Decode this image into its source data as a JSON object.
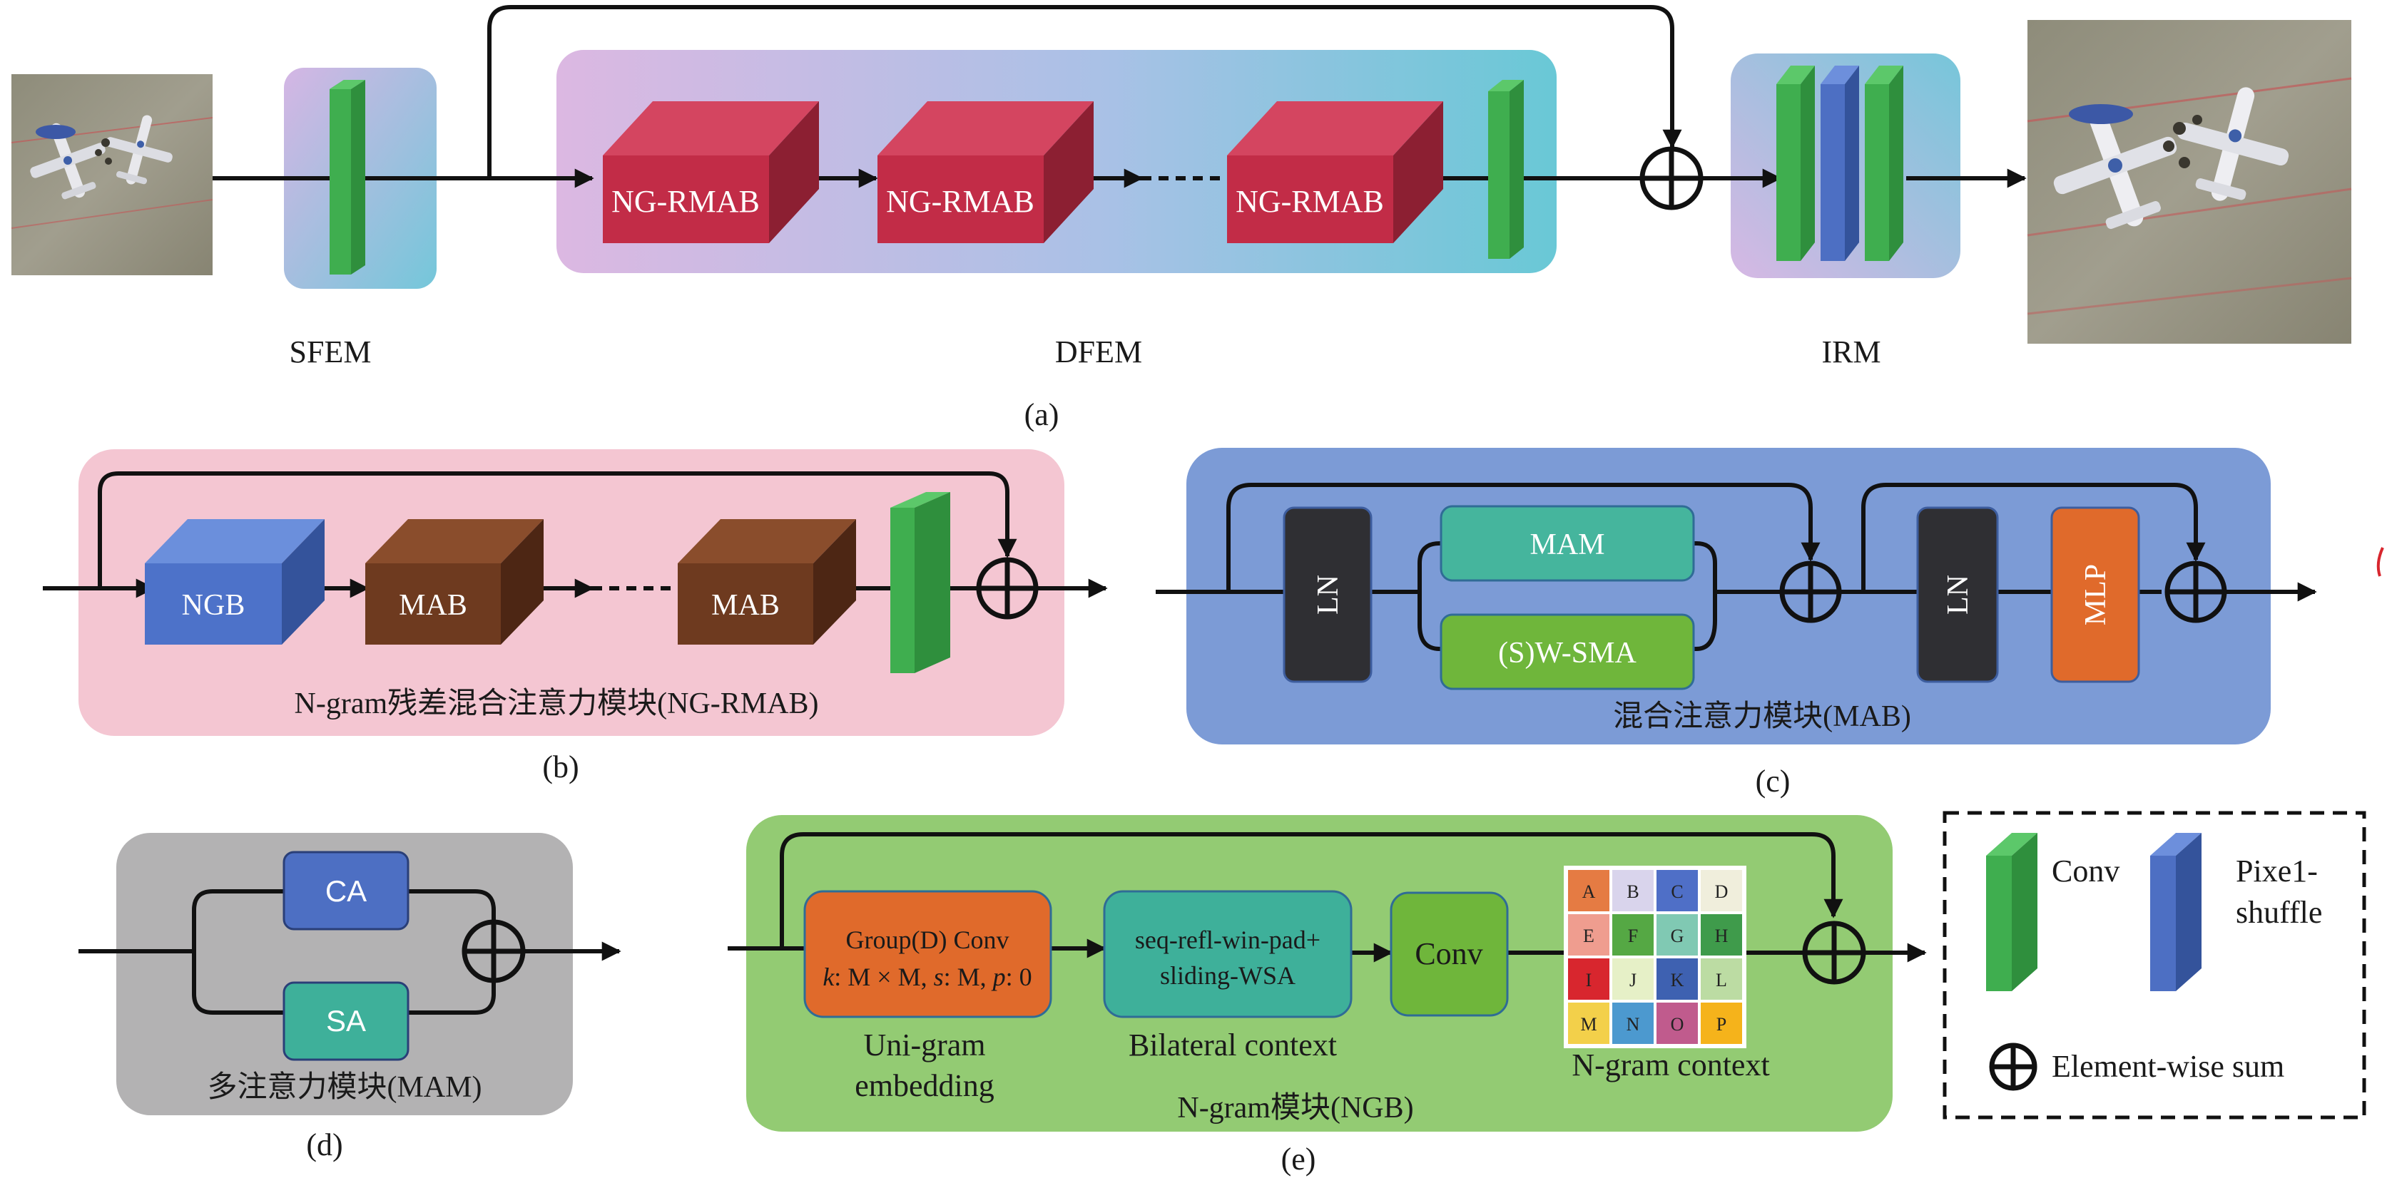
{
  "panel_a": {
    "caption": "(a)",
    "sfem_label": "SFEM",
    "dfem_label": "DFEM",
    "irm_label": "IRM",
    "block1": "NG-RMAB",
    "block2": "NG-RMAB",
    "block3": "NG-RMAB"
  },
  "panel_b": {
    "caption": "(b)",
    "title": "N-gram残差混合注意力模块(NG-RMAB)",
    "ngb": "NGB",
    "mab1": "MAB",
    "mab2": "MAB"
  },
  "panel_c": {
    "caption": "(c)",
    "title": "混合注意力模块(MAB)",
    "ln1": "LN",
    "mam": "MAM",
    "swsma": "(S)W-SMA",
    "ln2": "LN",
    "mlp": "MLP"
  },
  "panel_d": {
    "caption": "(d)",
    "title": "多注意力模块(MAM)",
    "ca": "CA",
    "sa": "SA"
  },
  "panel_e": {
    "caption": "(e)",
    "title": "N-gram模块(NGB)",
    "conv_line1": "Group(D) Conv",
    "conv_k": "k",
    "conv_k_val": ": M × M, ",
    "conv_s": "s",
    "conv_s_val": ": M, ",
    "conv_p": "p",
    "conv_p_val": ": 0",
    "wsa_line1": "seq-refl-win-pad+",
    "wsa_line2": "sliding-WSA",
    "conv": "Conv",
    "uni_line1": "Uni-gram",
    "uni_line2": "embedding",
    "bilateral": "Bilateral context",
    "ngram_context": "N-gram context",
    "grid_letters": [
      "A",
      "B",
      "C",
      "D",
      "E",
      "F",
      "G",
      "H",
      "I",
      "J",
      "K",
      "L",
      "M",
      "N",
      "O",
      "P"
    ],
    "grid_colors": [
      "#e57b43",
      "#d9d4ec",
      "#4f6fc7",
      "#f0eedc",
      "#ef9d8f",
      "#55a844",
      "#80c9b3",
      "#3f9b4b",
      "#d8262e",
      "#e6f0c7",
      "#3e61b1",
      "#bcdca3",
      "#f3d04a",
      "#4c99cf",
      "#c05b8d",
      "#f5b31b"
    ]
  },
  "legend": {
    "conv": "Conv",
    "pixel_line1": "Pixe1-",
    "pixel_line2": "shuffle",
    "sum": "Element-wise sum"
  },
  "colors": {
    "conv_green": "#3fae4f",
    "pixel_blue": "#4d6fc3",
    "red_block": "#c22c47",
    "brown_block": "#6e3a1f",
    "ngb_blue": "#4d72c9",
    "panel_b_bg": "#f4c6d2",
    "panel_c_bg": "#7c9bd6",
    "panel_d_bg": "#b3b2b3",
    "panel_e_bg": "#93cb73"
  }
}
